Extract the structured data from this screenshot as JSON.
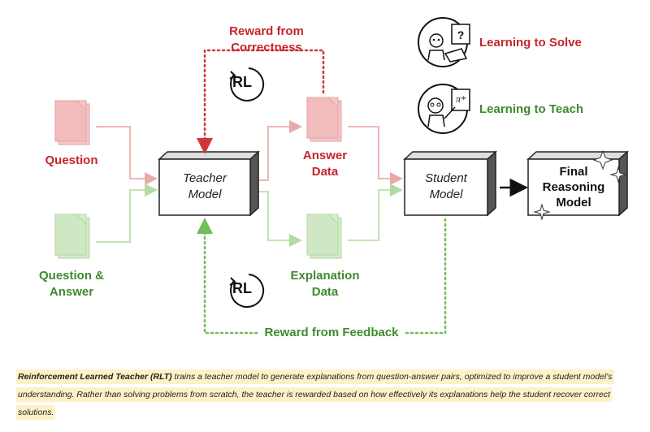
{
  "diagram": {
    "reward_correctness": [
      "Reward from",
      "Correctness"
    ],
    "reward_feedback": "Reward from Feedback",
    "rl_label": "RL",
    "question": "Question",
    "question_answer": [
      "Question &",
      "Answer"
    ],
    "teacher": [
      "Teacher",
      "Model"
    ],
    "answer_data": [
      "Answer",
      "Data"
    ],
    "explanation_data": [
      "Explanation",
      "Data"
    ],
    "student": [
      "Student",
      "Model"
    ],
    "final": [
      "Final",
      "Reasoning",
      "Model"
    ],
    "legend": {
      "solve": "Learning to Solve",
      "teach": "Learning to Teach"
    },
    "colors": {
      "red": "#c8242b",
      "green": "#3e8a2e",
      "red_doc": "#f4c6c6",
      "green_doc": "#d6ebcc",
      "caption_highlight": "#fdf1c7"
    }
  },
  "caption": {
    "lead": "Reinforcement Learned Teacher (RLT)",
    "body": " trains a teacher model to generate explanations from question-answer pairs, optimized to improve a student model's understanding. Rather than solving problems from scratch, the teacher is rewarded based on how effectively its explanations help the student recover correct solutions."
  }
}
